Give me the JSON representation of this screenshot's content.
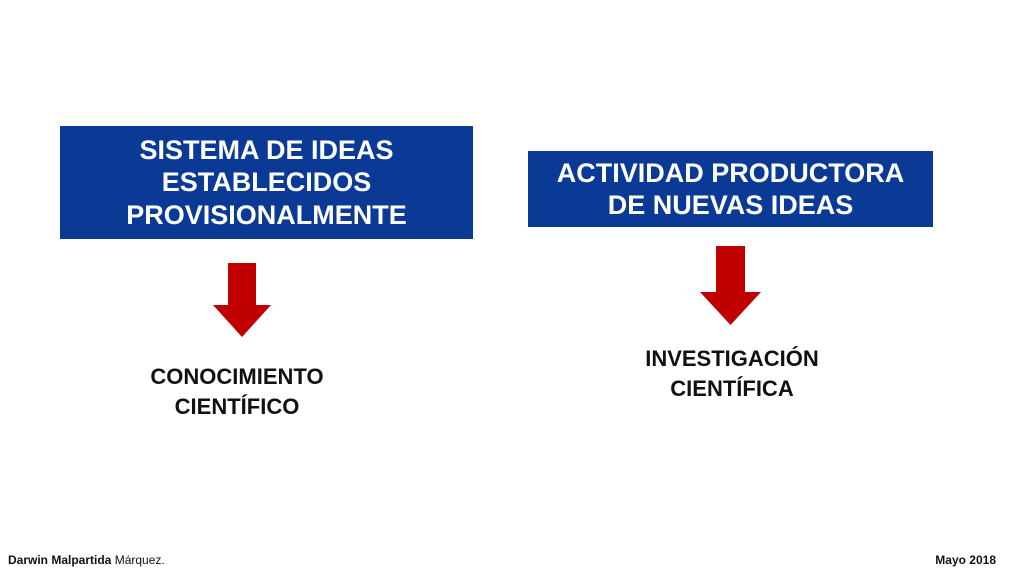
{
  "colors": {
    "box_fill": "#0a3a96",
    "box_text": "#ffffff",
    "arrow_fill": "#c00000",
    "text": "#111111"
  },
  "left": {
    "box_lines": [
      "SISTEMA DE IDEAS",
      "ESTABLECIDOS",
      "PROVISIONALMENTE"
    ],
    "arrow_icon": "arrow-down-icon",
    "result_lines": [
      "CONOCIMIENTO",
      "CIENTÍFICO"
    ]
  },
  "right": {
    "box_lines": [
      "ACTIVIDAD PRODUCTORA",
      "DE NUEVAS IDEAS"
    ],
    "arrow_icon": "arrow-down-icon",
    "result_lines": [
      "INVESTIGACIÓN",
      "CIENTÍFICA"
    ]
  },
  "footer": {
    "author_bold": "Darwin Malpartida",
    "author_rest": " Márquez.",
    "date": "Mayo 2018"
  }
}
